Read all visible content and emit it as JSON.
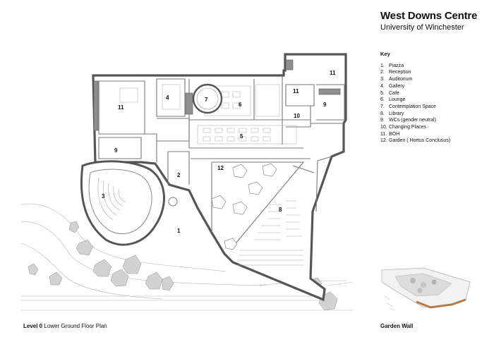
{
  "header": {
    "title": "West Downs Centre",
    "subtitle": "University of Winchester"
  },
  "key": {
    "title": "Key",
    "items": [
      {
        "num": "1.",
        "label": "Piazza"
      },
      {
        "num": "2.",
        "label": "Reception"
      },
      {
        "num": "3.",
        "label": "Auditorium"
      },
      {
        "num": "4.",
        "label": "Gallery"
      },
      {
        "num": "5.",
        "label": "Cafe"
      },
      {
        "num": "6.",
        "label": "Lounge"
      },
      {
        "num": "7.",
        "label": "Contemplation Space"
      },
      {
        "num": "8.",
        "label": "Library"
      },
      {
        "num": "9.",
        "label": "WCs (gender neutral)"
      },
      {
        "num": "10.",
        "label": "Changing Places"
      },
      {
        "num": "11.",
        "label": "BOH"
      },
      {
        "num": "12.",
        "label": "Garden ( Hortus Conclusus)"
      }
    ]
  },
  "plan": {
    "level": "Level 0",
    "name": "Lower Ground Floor Plan",
    "room_numbers": [
      "11",
      "4",
      "7",
      "6",
      "11",
      "11",
      "9",
      "10",
      "5",
      "9",
      "2",
      "12",
      "3",
      "8",
      "1"
    ]
  },
  "garden": {
    "label": "Garden Wall"
  },
  "colors": {
    "wall": "#555555",
    "wall_fill": "#8a8a8a",
    "line": "#9a9a9a",
    "tree": "#cfcfcf",
    "room_fill": "#f4f4f4"
  }
}
